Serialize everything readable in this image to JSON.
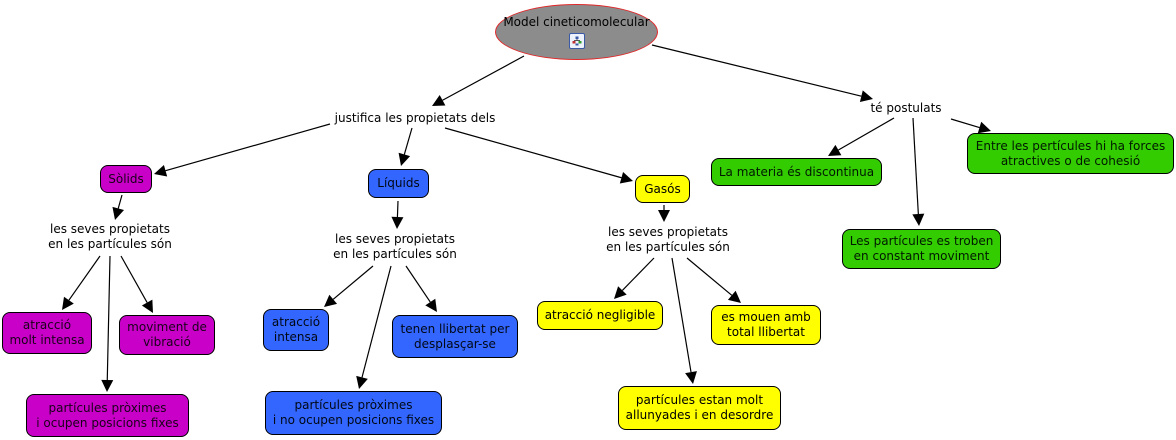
{
  "map": {
    "root": {
      "label": "Model cineticomolecular",
      "icon": "concept-map-icon",
      "fill": "#8c8c8c",
      "border": "#e0282a"
    },
    "links": {
      "justifica": "justifica les propietats dels",
      "te_postulats": "té postulats",
      "solids_props": "les seves propietats\nen les partícules són",
      "liquids_props": "les seves propietats\nen les partícules són",
      "gasos_props": "les seves propietats\nen les partícules són"
    },
    "states": {
      "solids": {
        "label": "Sòlids",
        "color": "#c800c8",
        "children": [
          "atracció\nmolt intensa",
          "moviment de\nvibració",
          "partícules pròximes\ni ocupen posicions fixes"
        ]
      },
      "liquids": {
        "label": "Líquids",
        "color": "#3366ff",
        "children": [
          "atracció\nintensa",
          "tenen llibertat per\ndesplasçar-se",
          "partícules pròximes\ni no ocupen posicions fixes"
        ]
      },
      "gasos": {
        "label": "Gasós",
        "color": "#ffff00",
        "children": [
          "atracció negligible",
          "es mouen amb\ntotal llibertat",
          "partícules estan molt\nallunyades i en desordre"
        ]
      }
    },
    "postulats": {
      "color": "#33cc00",
      "items": [
        "La materia és discontinua",
        "Les partícules es troben\nen constant moviment",
        "Entre les pertícules hi ha forces\natractives o de cohesió"
      ]
    }
  }
}
